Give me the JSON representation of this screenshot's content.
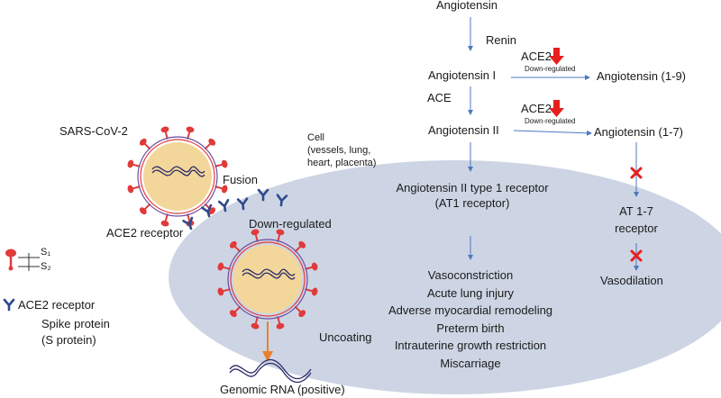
{
  "pathway": {
    "angiotensin": "Angiotensin",
    "renin": "Renin",
    "angiotensin_1": "Angiotensin I",
    "ace": "ACE",
    "angiotensin_2": "Angiotensin II",
    "ace2_a": "ACE2",
    "ace2_b": "ACE2",
    "down_regulated_a": "Down-regulated",
    "down_regulated_b": "Down-regulated",
    "angiotensin_1_9": "Angiotensin (1-9)",
    "angiotensin_1_7": "Angiotensin (1-7)",
    "at1_receptor_line1": "Angiotensin II type 1 receptor",
    "at1_receptor_line2": "(AT1 receptor)",
    "at17_line1": "AT 1-7",
    "at17_line2": "receptor",
    "vasodilation": "Vasodilation",
    "effects": [
      "Vasoconstriction",
      "Acute lung injury",
      "Adverse myocardial remodeling",
      "Preterm birth",
      "Intrauterine growth restriction",
      "Miscarriage"
    ]
  },
  "cell": {
    "label_line1": "Cell",
    "label_line2": "(vessels, lung,",
    "label_line3": "heart, placenta)"
  },
  "virus": {
    "name": "SARS-CoV-2",
    "fusion": "Fusion",
    "down_regulated": "Down-regulated",
    "ace2_receptor": "ACE2 receptor",
    "uncoating": "Uncoating",
    "genomic_rna": "Genomic RNA (positive)"
  },
  "legend": {
    "s1": "S₁",
    "s2": "S₂",
    "ace2_receptor": "ACE2 receptor",
    "spike_line1": "Spike protein",
    "spike_line2": "(S protein)"
  },
  "colors": {
    "cell_fill": "#cdd5e4",
    "arrow_blue": "#4a78c0",
    "spike_red": "#e03a3a",
    "virus_fill": "#f3d79a",
    "receptor_blue": "#2f4a8c",
    "rna_arrow": "#e8802e",
    "block_red": "#e81e1e"
  }
}
